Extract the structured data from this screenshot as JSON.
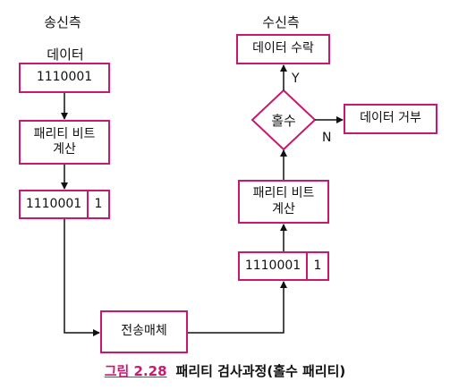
{
  "headers": {
    "sender": "송신측",
    "receiver": "수신측"
  },
  "sender": {
    "data_label": "데이터",
    "data_value": "1110001",
    "parity_calc": "패리티 비트\n계산",
    "frame_data": "1110001",
    "frame_parity": "1"
  },
  "medium": "전송매체",
  "receiver": {
    "frame_data": "1110001",
    "frame_parity": "1",
    "parity_calc": "패리티 비트\n계산",
    "decision": "홀수",
    "accept": "데이터 수락",
    "reject": "데이터 거부",
    "yes_label": "Y",
    "no_label": "N"
  },
  "caption": {
    "figure": "그림 2.28",
    "title": "패리티 검사과정(홀수 패리티)"
  },
  "colors": {
    "box_border": "#c8186f",
    "line": "#111111"
  }
}
